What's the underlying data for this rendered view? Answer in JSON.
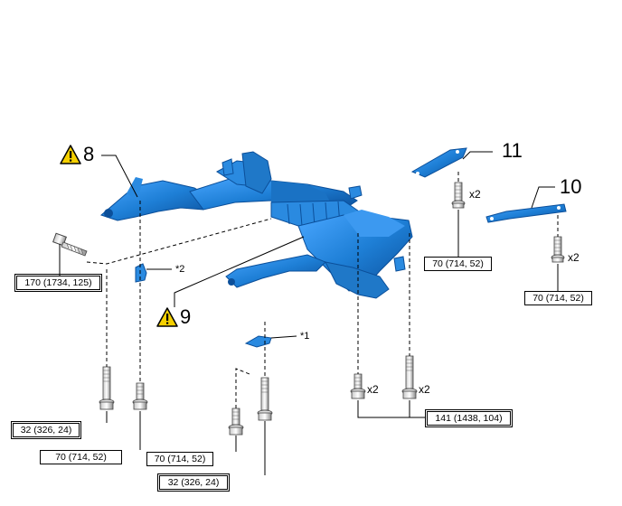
{
  "callouts": {
    "item8": "8",
    "item9": "9",
    "item10": "10",
    "item11": "11"
  },
  "notes": {
    "star1": "*1",
    "star2": "*2"
  },
  "quantities": {
    "x2_item11_bolt": "x2",
    "x2_item10_bolt": "x2",
    "x2_left_bolt": "x2",
    "x2_right_bolt": "x2"
  },
  "torque_specs": {
    "t170": "170 (1734, 125)",
    "t70_item11": "70 (714, 52)",
    "t70_item10": "70 (714, 52)",
    "t32_left": "32 (326, 24)",
    "t70_left": "70 (714, 52)",
    "t70_center": "70 (714, 52)",
    "t32_center": "32 (326, 24)",
    "t141": "141 (1438, 104)"
  },
  "colors": {
    "part_blue": "#1e7fd6",
    "part_dark": "#0b4f9a",
    "warning_yellow": "#f5d000"
  },
  "icons": {
    "warning": "caution-triangle-icon"
  }
}
